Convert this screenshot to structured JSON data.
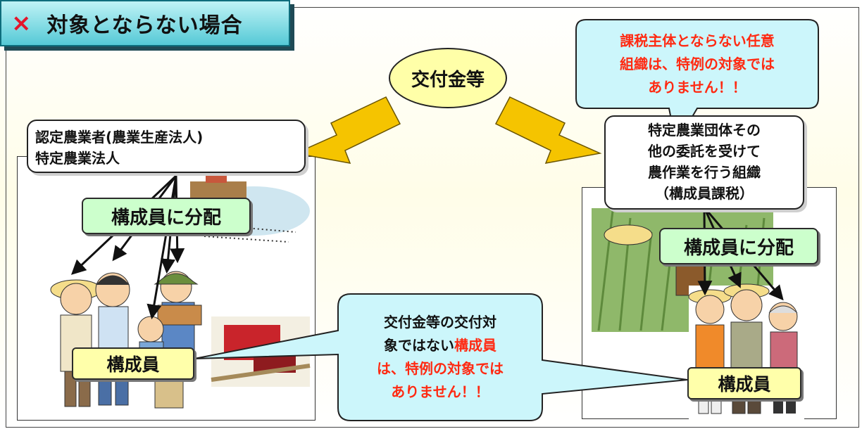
{
  "title": {
    "mark": "×",
    "text": "対象とならない場合"
  },
  "center": {
    "label": "交付金等"
  },
  "left": {
    "entity_line1": "認定農業者(農業生産法人)",
    "entity_line2": "特定農業法人",
    "distribute_label": "構成員に分配",
    "member_label": "構成員"
  },
  "right": {
    "entity_lines": [
      "特定農業団体その",
      "他の委託を受けて",
      "農作業を行う組織",
      "（構成員課税）"
    ],
    "distribute_label": "構成員に分配",
    "member_label": "構成員"
  },
  "top_bubble": {
    "lines": [
      "課税主体とならない任意",
      "組織は、特例の対象では",
      "ありません！！"
    ]
  },
  "bottom_bubble": {
    "line1": "交付金等の交付対",
    "line2_black": "象ではない",
    "line2_red": "構成員",
    "line3": "は、特例の対象では",
    "line4": "ありません！！"
  },
  "colors": {
    "accent_red": "#ff2a12",
    "arrow_yellow": "#f5c400",
    "bubble_fill": "#ccf6fb"
  }
}
